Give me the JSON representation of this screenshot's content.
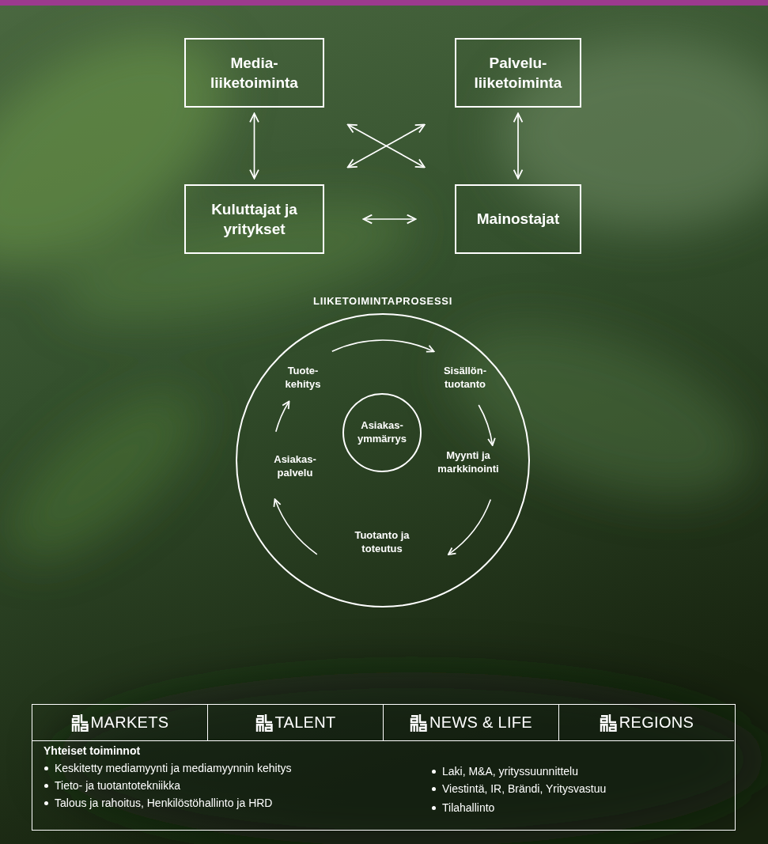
{
  "diagram": {
    "nodes": [
      {
        "text": [
          "Media- liiketoiminta"
        ]
      },
      {
        "text": [
          "Palvelu- liiketoiminta"
        ]
      },
      {
        "text": [
          "Kuluttajat ja yritykset"
        ]
      },
      {
        "text": [
          "Mainostajat"
        ]
      },
      {
        "text": [
          "LIIKETOIMINTAPROSESSI",
          "Tuote- kehitys",
          "Sisällön- tuotanto",
          "Myynti ja markkinointi",
          "Tuotanto ja toteutus",
          "Asiakas- palvelu"
        ]
      },
      {
        "text": [
          "Asiakas- ymmärrys"
        ],
        "in": 4
      },
      {
        "text": [
          "Yhteiset toiminnot",
          "Keskitetty mediamyynti ja mediamyynnin kehitys",
          "Tieto- ja tuotantotekniikka",
          "Talous ja rahoitus, Henkilöstöhallinto ja HRD",
          "Laki, M&A, yrityssuunnittelu",
          "Viestintä, IR, Brändi, Yritysvastuu",
          "Tilahallinto"
        ]
      },
      {
        "text": [
          "MARKETS"
        ],
        "in": 6
      },
      {
        "text": [
          "TALENT"
        ],
        "in": 6
      },
      {
        "text": [
          "NEWS & LIFE"
        ],
        "in": 6
      },
      {
        "text": [
          "REGIONS"
        ],
        "in": 6
      }
    ],
    "edges": [
      {
        "from": 0,
        "to": 2,
        "arrow": "both"
      },
      {
        "from": 0,
        "to": 3,
        "arrow": "both"
      },
      {
        "from": 1,
        "to": 2,
        "arrow": "both"
      },
      {
        "from": 1,
        "to": 3,
        "arrow": "both"
      },
      {
        "from": 2,
        "to": 3,
        "arrow": "both"
      }
    ]
  }
}
